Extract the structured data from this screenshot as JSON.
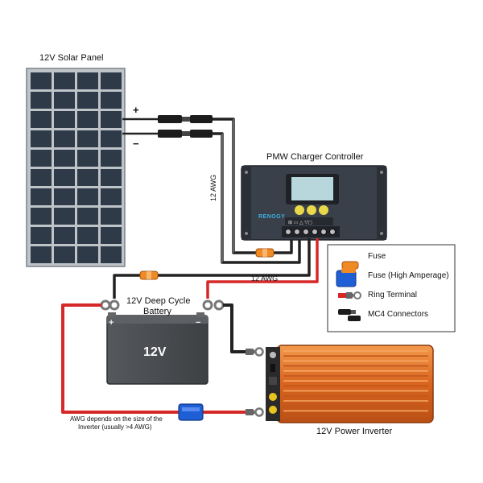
{
  "solar_panel": {
    "title": "12V Solar Panel",
    "plus": "+",
    "minus": "−"
  },
  "controller": {
    "title": "PMW Charger Controller",
    "brand": "RENOGY"
  },
  "battery": {
    "title_line1": "12V Deep Cycle",
    "title_line2": "Battery",
    "voltage": "12V",
    "plus": "+",
    "minus": "−"
  },
  "wires": {
    "awg_vertical": "12 AWG",
    "awg_horizontal": "12 AWG",
    "note_line1": "AWG depends on the size of the",
    "note_line2": "Inverter (usually >4 AWG)"
  },
  "inverter": {
    "title": "12V Power Inverter"
  },
  "legend": {
    "items": [
      {
        "label": "Fuse",
        "icon": "fuse-icon"
      },
      {
        "label": "Fuse (High Amperage)",
        "icon": "high-amperage-fuse-icon"
      },
      {
        "label": "Ring Terminal",
        "icon": "ring-terminal-icon"
      },
      {
        "label": "MC4 Connectors",
        "icon": "mc4-connector-icon"
      }
    ]
  },
  "colors": {
    "positive_wire": "#d62828",
    "negative_wire": "#222222",
    "fuse": "#f08a24",
    "high_amp_fuse": "#1f5fd6",
    "inverter": "#e8782a",
    "battery": "#4a4d50",
    "panel": "#2e3a48"
  }
}
